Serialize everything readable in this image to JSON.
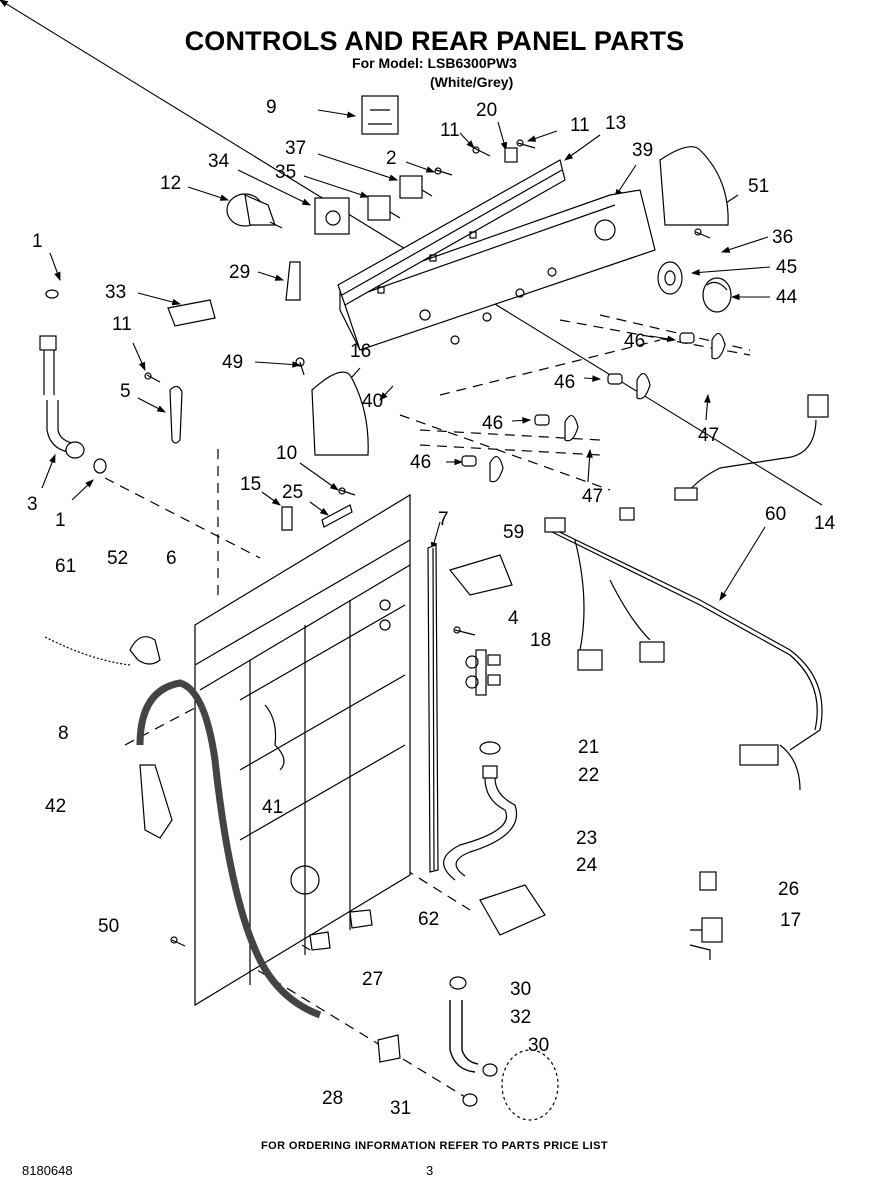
{
  "header": {
    "title": "CONTROLS AND REAR PANEL PARTS",
    "model_line": "For Model: LSB6300PW3",
    "variant": "(White/Grey)"
  },
  "footer": {
    "ordering_note": "FOR ORDERING INFORMATION REFER TO PARTS PRICE LIST",
    "document_number": "8180648",
    "page_number": "3"
  },
  "callouts": [
    {
      "id": "c9",
      "text": "9"
    },
    {
      "id": "c20",
      "text": "20"
    },
    {
      "id": "c11a",
      "text": "11"
    },
    {
      "id": "c11b",
      "text": "11"
    },
    {
      "id": "c13",
      "text": "13"
    },
    {
      "id": "c37",
      "text": "37"
    },
    {
      "id": "c2",
      "text": "2"
    },
    {
      "id": "c39",
      "text": "39"
    },
    {
      "id": "c34",
      "text": "34"
    },
    {
      "id": "c35",
      "text": "35"
    },
    {
      "id": "c51",
      "text": "51"
    },
    {
      "id": "c12",
      "text": "12"
    },
    {
      "id": "c36",
      "text": "36"
    },
    {
      "id": "c1a",
      "text": "1"
    },
    {
      "id": "c29",
      "text": "29"
    },
    {
      "id": "c45",
      "text": "45"
    },
    {
      "id": "c33",
      "text": "33"
    },
    {
      "id": "c44",
      "text": "44"
    },
    {
      "id": "c11c",
      "text": "11"
    },
    {
      "id": "c46a",
      "text": "46"
    },
    {
      "id": "c49",
      "text": "49"
    },
    {
      "id": "c16",
      "text": "16"
    },
    {
      "id": "c5",
      "text": "5"
    },
    {
      "id": "c40",
      "text": "40"
    },
    {
      "id": "c46b",
      "text": "46"
    },
    {
      "id": "c46c",
      "text": "46"
    },
    {
      "id": "c47a",
      "text": "47"
    },
    {
      "id": "c10",
      "text": "10"
    },
    {
      "id": "c46d",
      "text": "46"
    },
    {
      "id": "c3",
      "text": "3"
    },
    {
      "id": "c1b",
      "text": "1"
    },
    {
      "id": "c15",
      "text": "15"
    },
    {
      "id": "c25",
      "text": "25"
    },
    {
      "id": "c47b",
      "text": "47"
    },
    {
      "id": "c7",
      "text": "7"
    },
    {
      "id": "c60",
      "text": "60"
    },
    {
      "id": "c14",
      "text": "14"
    },
    {
      "id": "c61",
      "text": "61"
    },
    {
      "id": "c52",
      "text": "52"
    },
    {
      "id": "c6",
      "text": "6"
    },
    {
      "id": "c59",
      "text": "59"
    },
    {
      "id": "c4",
      "text": "4"
    },
    {
      "id": "c18",
      "text": "18"
    },
    {
      "id": "c8",
      "text": "8"
    },
    {
      "id": "c21",
      "text": "21"
    },
    {
      "id": "c22",
      "text": "22"
    },
    {
      "id": "c41",
      "text": "41"
    },
    {
      "id": "c42",
      "text": "42"
    },
    {
      "id": "c23",
      "text": "23"
    },
    {
      "id": "c24",
      "text": "24"
    },
    {
      "id": "c26",
      "text": "26"
    },
    {
      "id": "c50",
      "text": "50"
    },
    {
      "id": "c62",
      "text": "62"
    },
    {
      "id": "c17",
      "text": "17"
    },
    {
      "id": "c27",
      "text": "27"
    },
    {
      "id": "c30a",
      "text": "30"
    },
    {
      "id": "c32",
      "text": "32"
    },
    {
      "id": "c30b",
      "text": "30"
    },
    {
      "id": "c28",
      "text": "28"
    },
    {
      "id": "c31",
      "text": "31"
    }
  ]
}
